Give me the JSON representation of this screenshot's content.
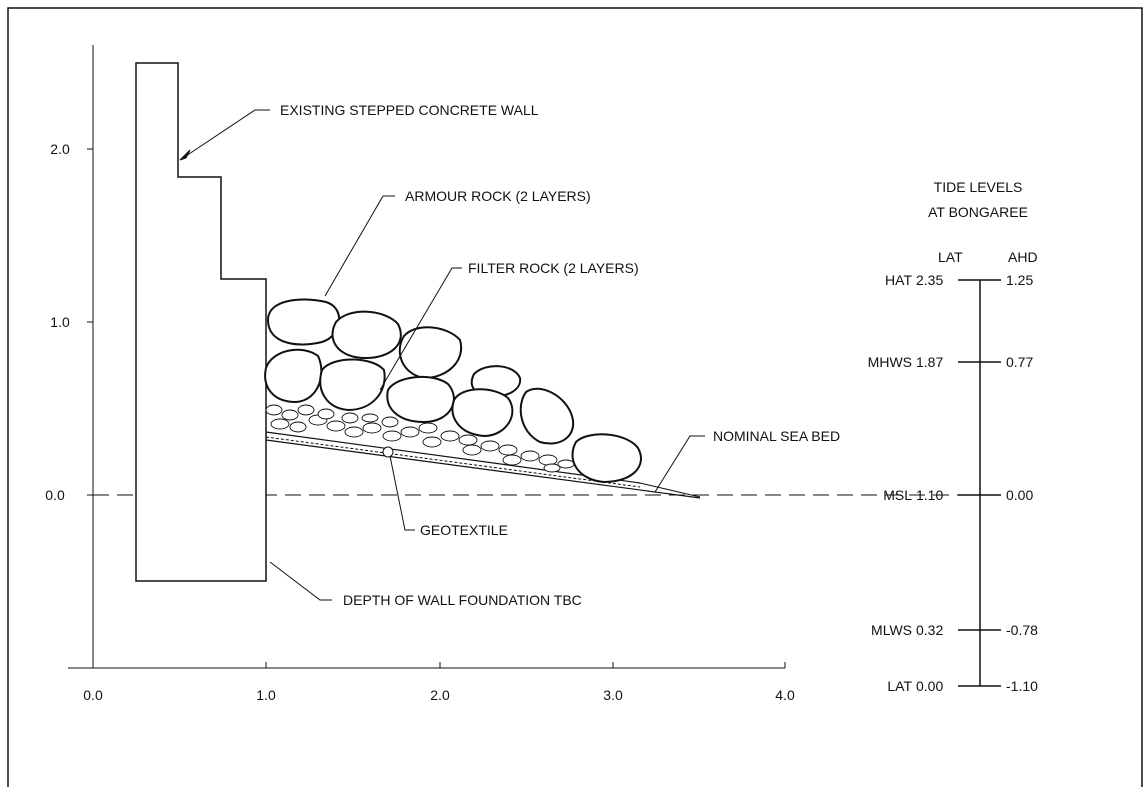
{
  "axes": {
    "x_ticks": [
      "0.0",
      "1.0",
      "2.0",
      "3.0",
      "4.0"
    ],
    "y_ticks": [
      "2.0",
      "1.0",
      "0.0"
    ]
  },
  "callouts": {
    "wall": "EXISTING STEPPED CONCRETE WALL",
    "armour": "ARMOUR ROCK (2 LAYERS)",
    "filter": "FILTER ROCK (2 LAYERS)",
    "seabed": "NOMINAL SEA BED",
    "geotextile": "GEOTEXTILE",
    "foundation": "DEPTH OF WALL FOUNDATION TBC"
  },
  "tide_panel": {
    "title_line1": "TIDE LEVELS",
    "title_line2": "AT BONGAREE",
    "col_lat": "LAT",
    "col_ahd": "AHD",
    "levels": [
      {
        "name": "HAT",
        "lat": "2.35",
        "ahd": "1.25"
      },
      {
        "name": "MHWS",
        "lat": "1.87",
        "ahd": "0.77"
      },
      {
        "name": "MSL",
        "lat": "1.10",
        "ahd": "0.00"
      },
      {
        "name": "MLWS",
        "lat": "0.32",
        "ahd": "-0.78"
      },
      {
        "name": "LAT",
        "lat": "0.00",
        "ahd": "-1.10"
      }
    ]
  }
}
